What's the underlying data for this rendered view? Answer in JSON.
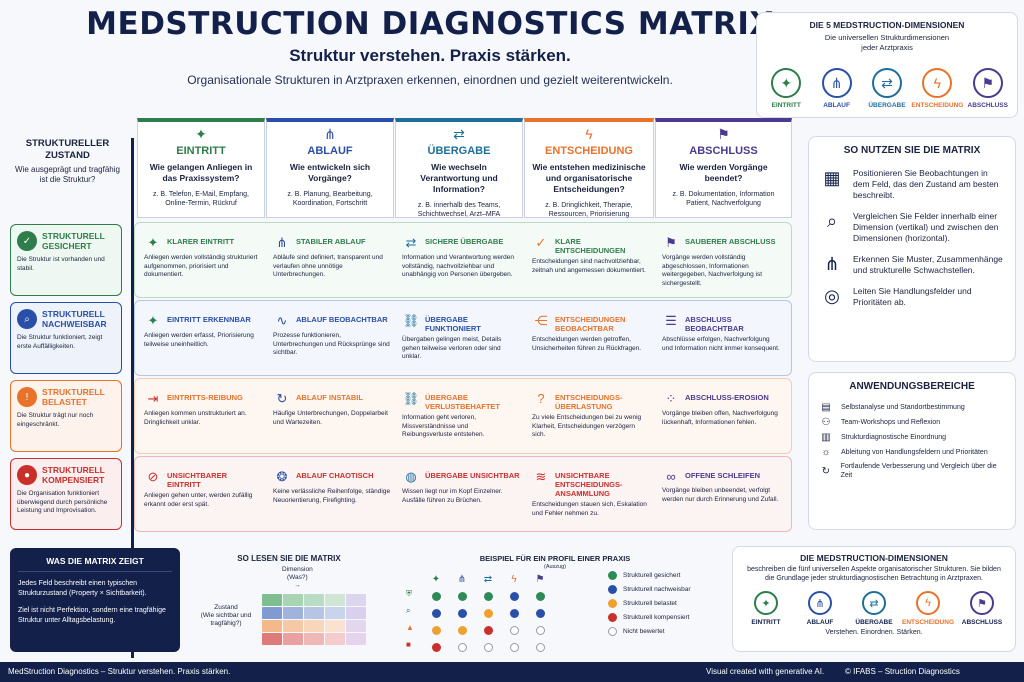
{
  "header": {
    "title": "MEDSTRUCTION DIAGNOSTICS MATRIX",
    "subtitle": "Struktur verstehen. Praxis stärken.",
    "tagline": "Organisationale Strukturen in Arztpraxen erkennen, einordnen und gezielt weiterentwickeln."
  },
  "dims_box": {
    "title": "DIE 5 MEDSTRUCTION-DIMENSIONEN",
    "text1": "Die universellen Strukturdimensionen",
    "text2": "jeder Arztpraxis",
    "items": [
      "EINTRITT",
      "ABLAUF",
      "ÜBERGABE",
      "ENTSCHEIDUNG",
      "ABSCHLUSS"
    ]
  },
  "row_header": {
    "title": "STRUKTURELLER ZUSTAND",
    "question": "Wie ausgeprägt und tragfähig ist die Struktur?"
  },
  "columns": [
    {
      "title": "EINTRITT",
      "question": "Wie gelangen Anliegen in das Praxissystem?",
      "examples": "z. B. Telefon, E-Mail, Empfang, Online-Termin, Rückruf"
    },
    {
      "title": "ABLAUF",
      "question": "Wie entwickeln sich Vorgänge?",
      "examples": "z. B. Planung, Bearbeitung, Koordination, Fortschritt"
    },
    {
      "title": "ÜBERGABE",
      "question": "Wie wechseln Verantwortung und Information?",
      "examples": "z. B. innerhalb des Teams, Schichtwechsel, Arzt–MFA"
    },
    {
      "title": "ENTSCHEIDUNG",
      "question": "Wie entstehen medizinische und organisatorische Entscheidungen?",
      "examples": "z. B. Dringlichkeit, Therapie, Ressourcen, Priorisierung"
    },
    {
      "title": "ABSCHLUSS",
      "question": "Wie werden Vorgänge beendet?",
      "examples": "z. B. Dokumentation, Information Patient, Nachverfolgung"
    }
  ],
  "rows": [
    {
      "title": "STRUKTURELL GESICHERT",
      "desc": "Die Struktur ist vorhanden und stabil.",
      "color": "#2e7d4a",
      "bg": "#eef7f1",
      "cells": [
        {
          "title": "KLARER EINTRITT",
          "text": "Anliegen werden vollständig strukturiert aufgenommen, priorisiert und dokumentiert."
        },
        {
          "title": "STABILER ABLAUF",
          "text": "Abläufe sind definiert, transparent und verlaufen ohne unnötige Unterbrechungen."
        },
        {
          "title": "SICHERE ÜBERGABE",
          "text": "Information und Verantwortung werden vollständig, nachvollziehbar und unabhängig von Personen übergeben."
        },
        {
          "title": "KLARE ENTSCHEIDUNGEN",
          "text": "Entscheidungen sind nachvollziehbar, zeitnah und angemessen dokumentiert."
        },
        {
          "title": "SAUBERER ABSCHLUSS",
          "text": "Vorgänge werden vollständig abgeschlossen, Informationen weitergegeben, Nachverfolgung ist sichergestellt."
        }
      ]
    },
    {
      "title": "STRUKTURELL NACHWEISBAR",
      "desc": "Die Struktur funktioniert, zeigt erste Auffälligkeiten.",
      "color": "#2a4fa8",
      "bg": "#eef2fa",
      "cells": [
        {
          "title": "EINTRITT ERKENNBAR",
          "text": "Anliegen werden erfasst, Priorisierung teilweise uneinheitlich."
        },
        {
          "title": "ABLAUF BEOBACHTBAR",
          "text": "Prozesse funktionieren, Unterbrechungen und Rücksprünge sind sichtbar."
        },
        {
          "title": "ÜBERGABE FUNKTIONIERT",
          "text": "Übergaben gelingen meist, Details gehen teilweise verloren oder sind unklar."
        },
        {
          "title": "ENTSCHEIDUNGEN BEOBACHTBAR",
          "text": "Entscheidungen werden getroffen, Unsicherheiten führen zu Rückfragen."
        },
        {
          "title": "ABSCHLUSS BEOBACHTBAR",
          "text": "Abschlüsse erfolgen, Nachverfolgung und Information nicht immer konsequent."
        }
      ]
    },
    {
      "title": "STRUKTURELL BELASTET",
      "desc": "Die Struktur trägt nur noch eingeschränkt.",
      "color": "#e8722a",
      "bg": "#fdf3ec",
      "cells": [
        {
          "title": "EINTRITTS-REIBUNG",
          "text": "Anliegen kommen unstrukturiert an. Dringlichkeit unklar."
        },
        {
          "title": "ABLAUF INSTABIL",
          "text": "Häufige Unterbrechungen, Doppelarbeit und Wartezeiten."
        },
        {
          "title": "ÜBERGABE VERLUSTBEHAFTET",
          "text": "Information geht verloren, Missverständnisse und Reibungsverluste entstehen."
        },
        {
          "title": "ENTSCHEIDUNGS-ÜBERLASTUNG",
          "text": "Zu viele Entscheidungen bei zu wenig Klarheit, Entscheidungen verzögern sich."
        },
        {
          "title": "ABSCHLUSS-EROSION",
          "text": "Vorgänge bleiben offen, Nachverfolgung lückenhaft, Informationen fehlen."
        }
      ]
    },
    {
      "title": "STRUKTURELL KOMPENSIERT",
      "desc": "Die Organisation funktioniert überwiegend durch persönliche Leistung und Improvisation.",
      "color": "#c9302c",
      "bg": "#fbeeee",
      "cells": [
        {
          "title": "UNSICHTBARER EINTRITT",
          "text": "Anliegen gehen unter, werden zufällig erkannt oder erst spät."
        },
        {
          "title": "ABLAUF CHAOTISCH",
          "text": "Keine verlässliche Reihenfolge, ständige Neuorientierung, Firefighting."
        },
        {
          "title": "ÜBERGABE UNSICHTBAR",
          "text": "Wissen liegt nur im Kopf Einzelner. Ausfälle führen zu Brüchen."
        },
        {
          "title": "UNSICHTBARE ENTSCHEIDUNGS-ANSAMMLUNG",
          "text": "Entscheidungen stauen sich, Eskalation und Fehler nehmen zu."
        },
        {
          "title": "OFFENE SCHLEIFEN",
          "text": "Vorgänge bleiben unbeendet, verfolgt werden nur durch Erinnerung und Zufall."
        }
      ]
    }
  ],
  "usage": {
    "title": "SO NUTZEN SIE DIE MATRIX",
    "items": [
      "Positionieren Sie Beobachtungen in dem Feld, das den Zustand am besten beschreibt.",
      "Vergleichen Sie Felder innerhalb einer Dimension (vertikal) und zwischen den Dimensionen (horizontal).",
      "Erkennen Sie Muster, Zusammenhänge und strukturelle Schwachstellen.",
      "Leiten Sie Handlungsfelder und Prioritäten ab."
    ]
  },
  "areas": {
    "title": "ANWENDUNGSBEREICHE",
    "items": [
      "Selbstanalyse und Standortbestimmung",
      "Team-Workshops und Reflexion",
      "Strukturdiagnostische Einordnung",
      "Ableitung von Handlungsfeldern und Prioritäten",
      "Fortlaufende Verbesserung und Vergleich über die Zeit"
    ]
  },
  "was": {
    "title": "WAS DIE MATRIX ZEIGT",
    "text1": "Jedes Feld beschreibt einen typischen Strukturzustand (Property × Sichtbarkeit).",
    "text2": "Ziel ist nicht Perfektion, sondern eine tragfähige Struktur unter Alltagsbelastung."
  },
  "lesen": {
    "title": "SO LESEN SIE DIE MATRIX",
    "dim_label": "Dimension",
    "dim_q": "(Was?)",
    "zustand_label": "Zustand",
    "zustand_q": "(Wie sichtbar und tragfähig?)"
  },
  "beispiel": {
    "title": "BEISPIEL FÜR EIN PROFIL EINER PRAXIS",
    "subtitle": "(Auszug)",
    "legend": [
      "Strukturell gesichert",
      "Strukturell nachweisbar",
      "Strukturell belastet",
      "Strukturell kompensiert",
      "Nicht bewertet"
    ],
    "legend_colors": [
      "#2e8b57",
      "#2a4fa8",
      "#f0a030",
      "#c9302c",
      "#ffffff"
    ],
    "profile": [
      [
        "#2e8b57",
        "#2e8b57",
        "#2e8b57",
        "#2a4fa8",
        "#2e8b57"
      ],
      [
        "#2a4fa8",
        "#2a4fa8",
        "#f0a030",
        "#2a4fa8",
        "#2a4fa8"
      ],
      [
        "#f0a030",
        "#f0a030",
        "#c9302c",
        "#ffffff",
        "#ffffff"
      ],
      [
        "#c9302c",
        "#ffffff",
        "#ffffff",
        "#ffffff",
        "#ffffff"
      ]
    ]
  },
  "dims_bottom": {
    "title": "DIE MEDSTRUCTION-DIMENSIONEN",
    "text": "beschreiben die fünf universellen Aspekte organisatorischer Strukturen. Sie bilden die Grundlage jeder strukturdiagnostischen Betrachtung in Arztpraxen.",
    "items": [
      "EINTRITT",
      "ABLAUF",
      "ÜBERGABE",
      "ENTSCHEIDUNG",
      "ABSCHLUSS"
    ],
    "footer": "Verstehen. Einordnen. Stärken."
  },
  "footer": {
    "left": "MedStruction Diagnostics – Struktur verstehen. Praxis stärken.",
    "mid": "Visual created with generative AI.",
    "right": "© IFABS – Struction Diagnostics"
  }
}
